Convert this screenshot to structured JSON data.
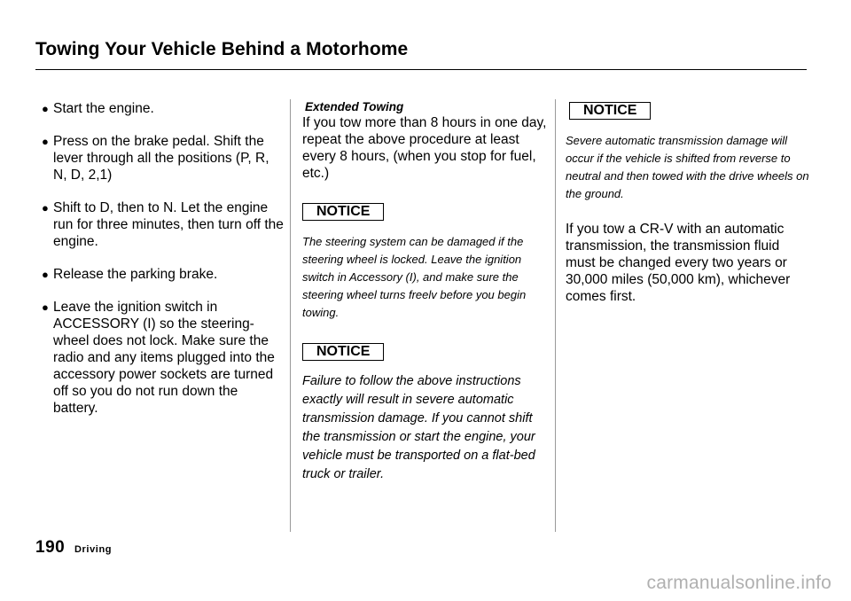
{
  "title": "Towing Your Vehicle Behind a Motorhome",
  "steps": [
    "Start the engine.",
    "Press on the brake pedal. Shift the lever through all the positions (P, R, N, D, 2,1)",
    "Shift to D, then to N. Let the engine run for three minutes, then turn off the engine.",
    "Release the parking brake.",
    "Leave the ignition switch in ACCESSORY (I) so the steering-wheel does not lock. Make sure the radio and any items plugged into the accessory power sockets are turned off so you do not run down the battery."
  ],
  "extended": {
    "heading": "Extended Towing",
    "text": "If you tow more than 8 hours in one day, repeat the above procedure at least every 8 hours, (when you stop for fuel, etc.)"
  },
  "notices": [
    {
      "label": "NOTICE",
      "text": "The steering system can be damaged if the steering wheel is locked. Leave the ignition switch in Accessory (I), and make sure the steering wheel turns freelv before you begin towing."
    },
    {
      "label": "NOTICE",
      "text": "Failure to follow the above instructions exactly will result in severe automatic transmission damage. If you cannot shift the transmission or start the engine, your vehicle must be transported on a flat-bed truck or trailer."
    },
    {
      "label": "NOTICE",
      "text": "Severe automatic transmission damage will occur if the vehicle is shifted from reverse to neutral and then towed with the drive wheels on the ground."
    }
  ],
  "fluid_text": "If you tow a CR-V with an automatic transmission, the transmission fluid must be changed every two years or 30,000 miles (50,000 km), whichever comes first.",
  "footer": {
    "page_number": "190",
    "section": "Driving"
  },
  "watermark": "carmanualsonline.info"
}
